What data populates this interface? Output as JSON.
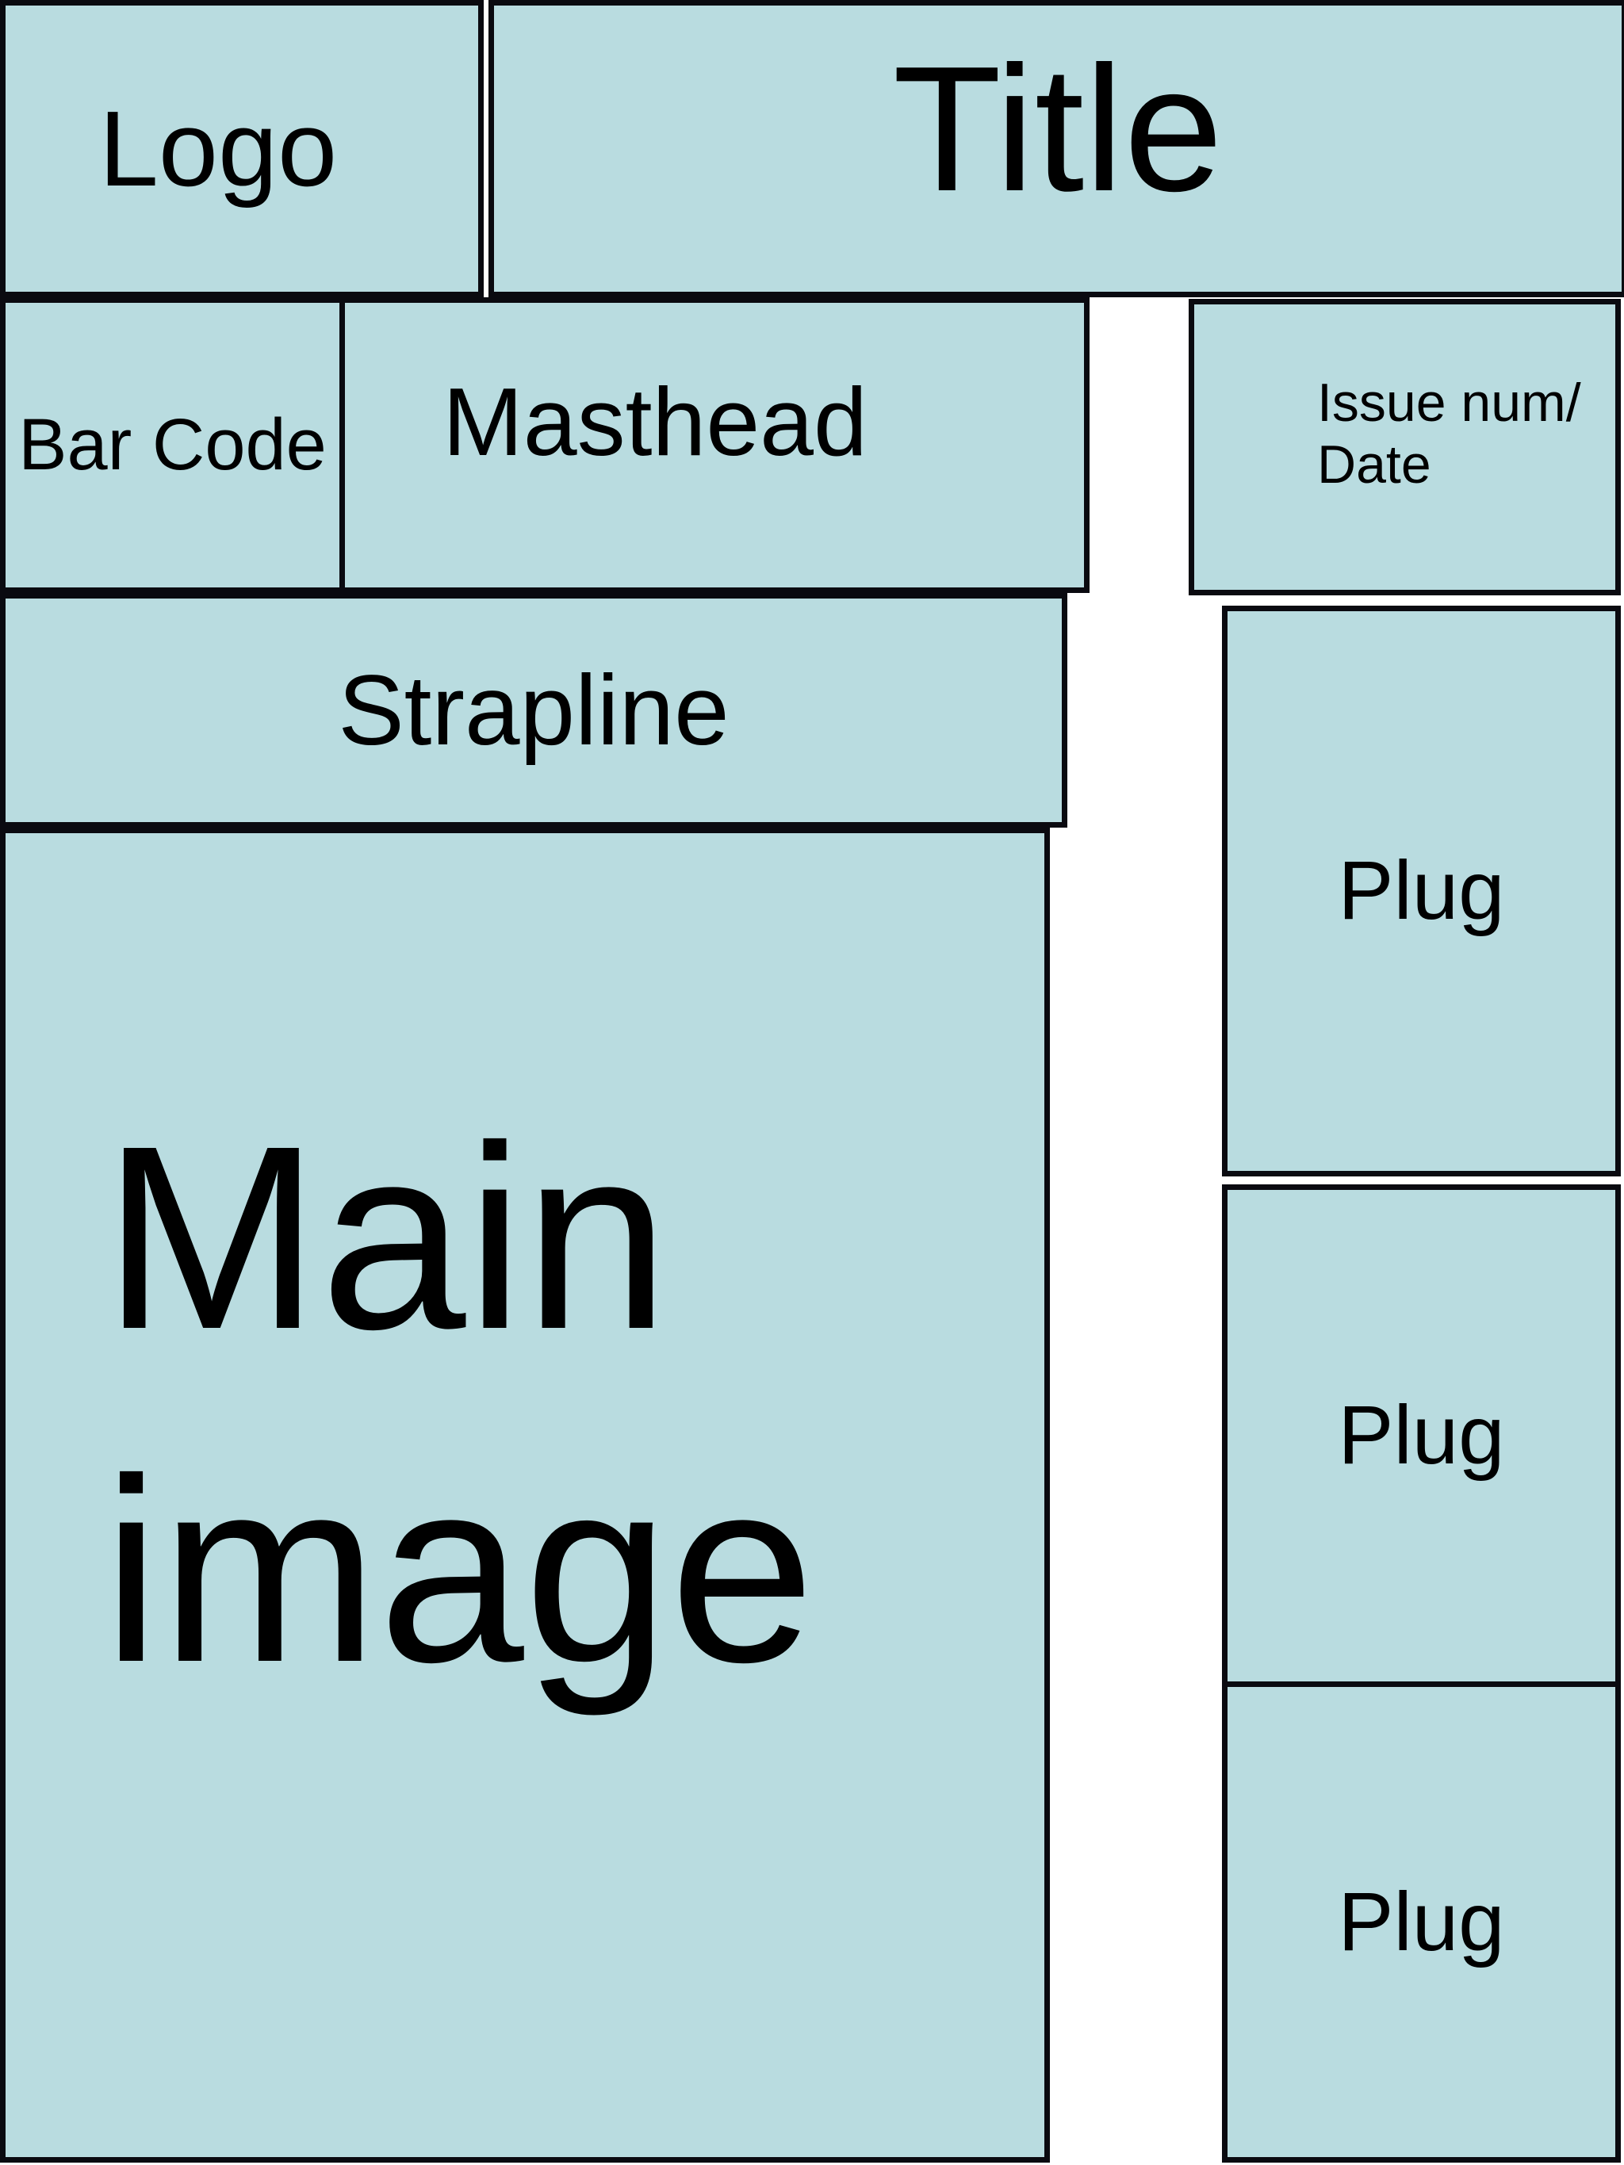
{
  "diagram": {
    "description_type": "magazine-cover-layout-wireframe",
    "logo": {
      "label": "Logo"
    },
    "title": {
      "label": "Title"
    },
    "bar_code": {
      "label": "Bar Code"
    },
    "masthead": {
      "label": "Masthead"
    },
    "issue": {
      "label": "Issue num/\nDate"
    },
    "strapline": {
      "label": "Strapline"
    },
    "main_image": {
      "label": "Main image"
    },
    "plugs": [
      {
        "label": "Plug"
      },
      {
        "label": "Plug"
      },
      {
        "label": "Plug"
      }
    ]
  },
  "colors": {
    "box_fill": "#b9dce0",
    "box_border": "#0a0a10",
    "background": "#ffffff",
    "text": "#000000"
  }
}
